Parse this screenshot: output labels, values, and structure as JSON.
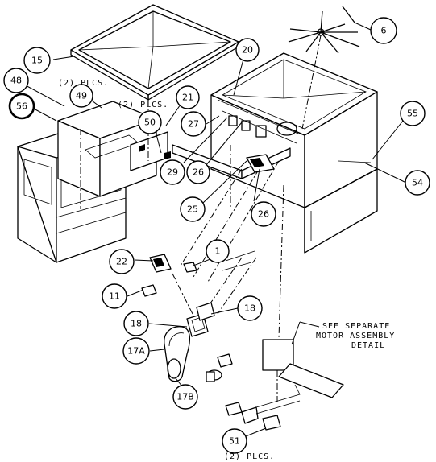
{
  "callouts": {
    "c15": "15",
    "c20": "20",
    "c6": "6",
    "c48": "48",
    "c49": "49",
    "c56": "56",
    "c21": "21",
    "c50": "50",
    "c27": "27",
    "c55": "55",
    "c29": "29",
    "c26a": "26",
    "c54": "54",
    "c25": "25",
    "c26b": "26",
    "c22": "22",
    "c1": "1",
    "c11": "11",
    "c18a": "18",
    "c18b": "18",
    "c17a": "17A",
    "c17b": "17B",
    "c51": "51"
  },
  "notes": {
    "plcs_top": "(2) PLCS.",
    "plcs_mid": "(2) PLCS.",
    "plcs_bottom": "(2) PLCS.",
    "motor_line1": "SEE SEPARATE",
    "motor_line2": "MOTOR ASSEMBLY",
    "motor_line3": "DETAIL"
  },
  "icons": [
    "leader-arrow",
    "callout-bubble"
  ]
}
